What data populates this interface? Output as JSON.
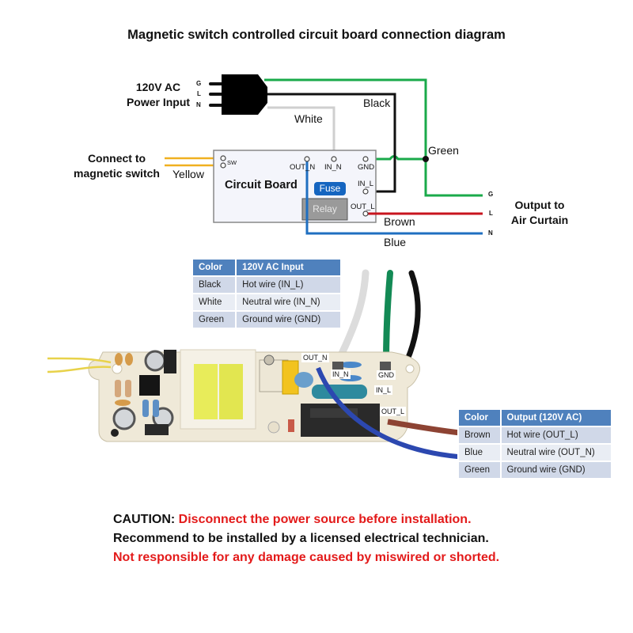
{
  "title": "Magnetic switch controlled circuit board connection diagram",
  "schematic": {
    "power_input_label": [
      "120V AC",
      "Power Input"
    ],
    "plug_pins": [
      "G",
      "L",
      "N"
    ],
    "magnetic_switch_label": [
      "Connect to",
      "magnetic switch"
    ],
    "sw_pin": "SW",
    "circuit_board_label": "Circuit Board",
    "fuse_label": "Fuse",
    "relay_label": "Relay",
    "board_pins": {
      "out_n": "OUT_N",
      "in_n": "IN_N",
      "gnd": "GND",
      "in_l": "IN_L",
      "out_l": "OUT_L"
    },
    "wire_labels": {
      "black": "Black",
      "white": "White",
      "green": "Green",
      "yellow": "Yellow",
      "brown": "Brown",
      "blue": "Blue"
    },
    "output_pins": [
      "G",
      "L",
      "N"
    ],
    "output_label": [
      "Output to",
      "Air Curtain"
    ],
    "colors": {
      "green": "#1aaa4a",
      "black": "#111111",
      "white_wire": "#cccccc",
      "yellow": "#f0b020",
      "red": "#c8141e",
      "blue": "#1f6fc0",
      "fuse": "#1565c0",
      "relay": "#9a9a9a"
    }
  },
  "input_table": {
    "headers": [
      "Color",
      "120V AC Input"
    ],
    "rows": [
      [
        "Black",
        "Hot wire (IN_L)"
      ],
      [
        "White",
        "Neutral wire (IN_N)"
      ],
      [
        "Green",
        "Ground wire (GND)"
      ]
    ]
  },
  "output_table": {
    "headers": [
      "Color",
      "Output (120V AC)"
    ],
    "rows": [
      [
        "Brown",
        "Hot wire (OUT_L)"
      ],
      [
        "Blue",
        "Neutral wire (OUT_N)"
      ],
      [
        "Green",
        "Ground wire (GND)"
      ]
    ]
  },
  "photo_tags": {
    "out_n": "OUT_N",
    "in_n": "IN_N",
    "gnd": "GND",
    "in_l": "IN_L",
    "out_l": "OUT_L"
  },
  "caution": {
    "prefix": "CAUTION:",
    "line1": "Disconnect the power source before installation.",
    "line2": "Recommend to be installed by a licensed electrical technician.",
    "line3": "Not responsible for any damage caused by miswired or shorted."
  }
}
